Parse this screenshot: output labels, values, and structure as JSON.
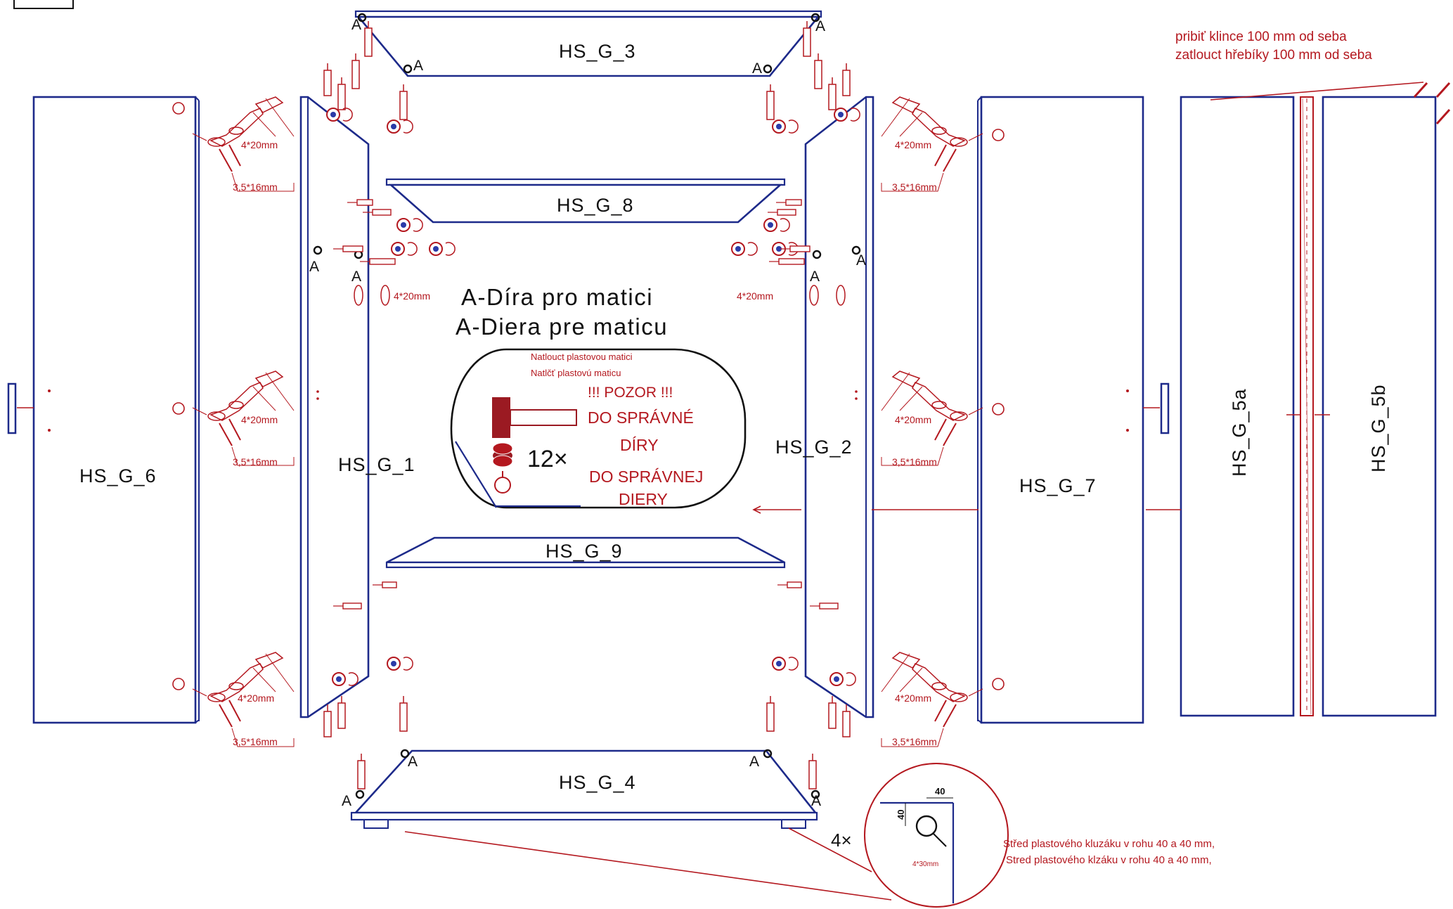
{
  "panels": {
    "g1": "HS_G_1",
    "g2": "HS_G_2",
    "g3": "HS_G_3",
    "g4": "HS_G_4",
    "g5a": "HS_G_5a",
    "g5b": "HS_G_5b",
    "g6": "HS_G_6",
    "g7": "HS_G_7",
    "g8": "HS_G_8",
    "g9": "HS_G_9"
  },
  "hole_notes": {
    "cz": "A-Díra pro matici",
    "sk": "A-Diera pre maticu",
    "marker": "A"
  },
  "nut_box": {
    "hammer_cz": "Natlouct plastovou matici",
    "hammer_sk": "Natlčť plastovú maticu",
    "warning": "!!! POZOR !!!",
    "cz_line1": "DO SPRÁVNÉ",
    "cz_line2": "DÍRY",
    "sk_line1": "DO SPRÁVNEJ",
    "sk_line2": "DIERY",
    "count": "12×"
  },
  "screws": {
    "hinge_screw": "4*20mm",
    "small_screw": "3,5*16mm",
    "glide_screw": "4*30mm"
  },
  "nail_note": {
    "sk": "pribiť klince 100 mm od seba",
    "cz": "zatlouct hřebíky 100 mm od seba"
  },
  "glide_note": {
    "count": "4×",
    "dim_x": "40",
    "dim_y": "40",
    "cz": "Střed plastového kluzáku v rohu 40 a 40 mm,",
    "sk": "Stred plastového klzáku v rohu 40 a 40 mm,"
  },
  "colors": {
    "panel_outline": "#1d2a8a",
    "hardware": "#b4181f",
    "text": "#111111"
  }
}
